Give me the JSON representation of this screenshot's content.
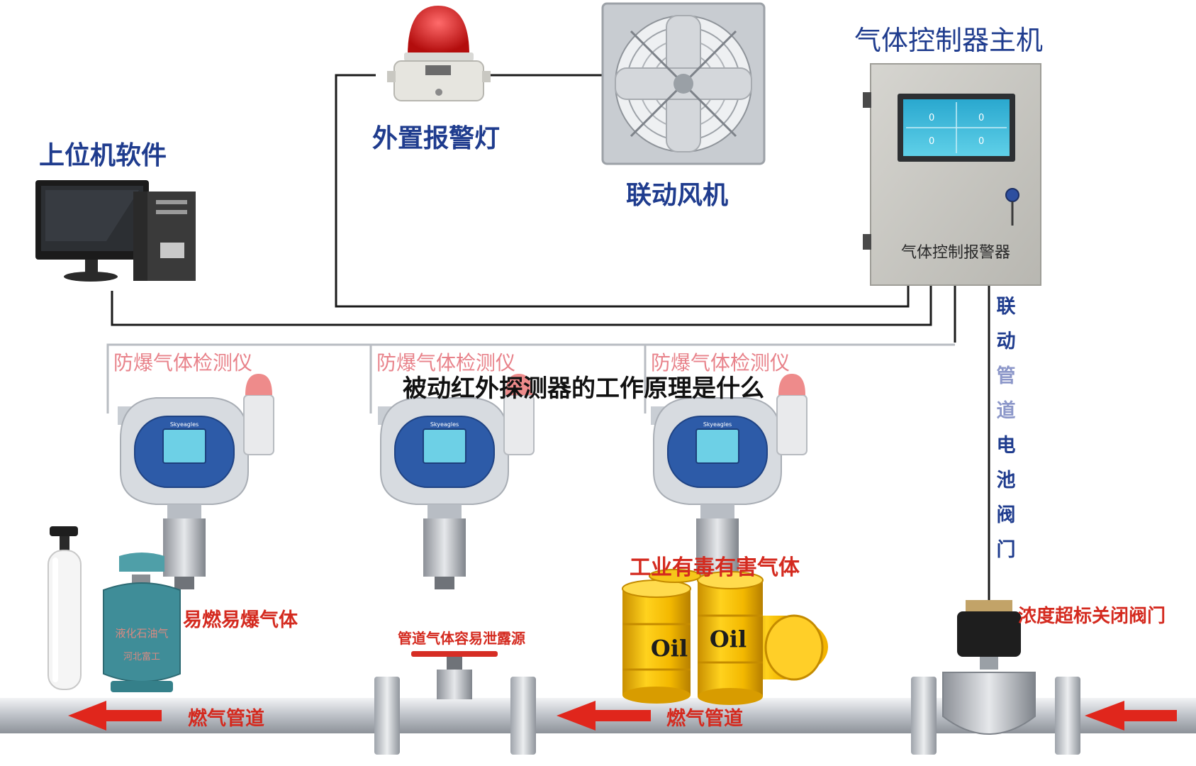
{
  "title": "被动红外探测器的工作原理是什么",
  "labels": {
    "controller_host": "气体控制器主机",
    "controller_plate": "气体控制报警器",
    "alarm_light": "外置报警灯",
    "fan": "联动风机",
    "pc_software": "上位机软件",
    "detector_1": "防爆气体检测仪",
    "detector_2": "防爆气体检测仪",
    "detector_3": "防爆气体检测仪",
    "link_valve_vertical": "联动管道电池阀门",
    "flammable_gas": "易燃易爆气体",
    "leak_source": "管道气体容易泄露源",
    "toxic_gas": "工业有毒有害气体",
    "valve_close": "浓度超标关闭阀门",
    "pipe_1": "燃气管道",
    "pipe_2": "燃气管道"
  },
  "screen_readings": [
    "0",
    "0",
    "0",
    "0"
  ],
  "detector_brand": "Skyeagles",
  "cylinder_text": [
    "液化石油气",
    "河北富工"
  ],
  "barrel_text": "Oil",
  "colors": {
    "blue_label": "#1f3c8e",
    "red_label": "#d42a1f",
    "pink_label": "#e8828a",
    "wire": "#1a1a1a",
    "arrow": "#e0261c"
  }
}
